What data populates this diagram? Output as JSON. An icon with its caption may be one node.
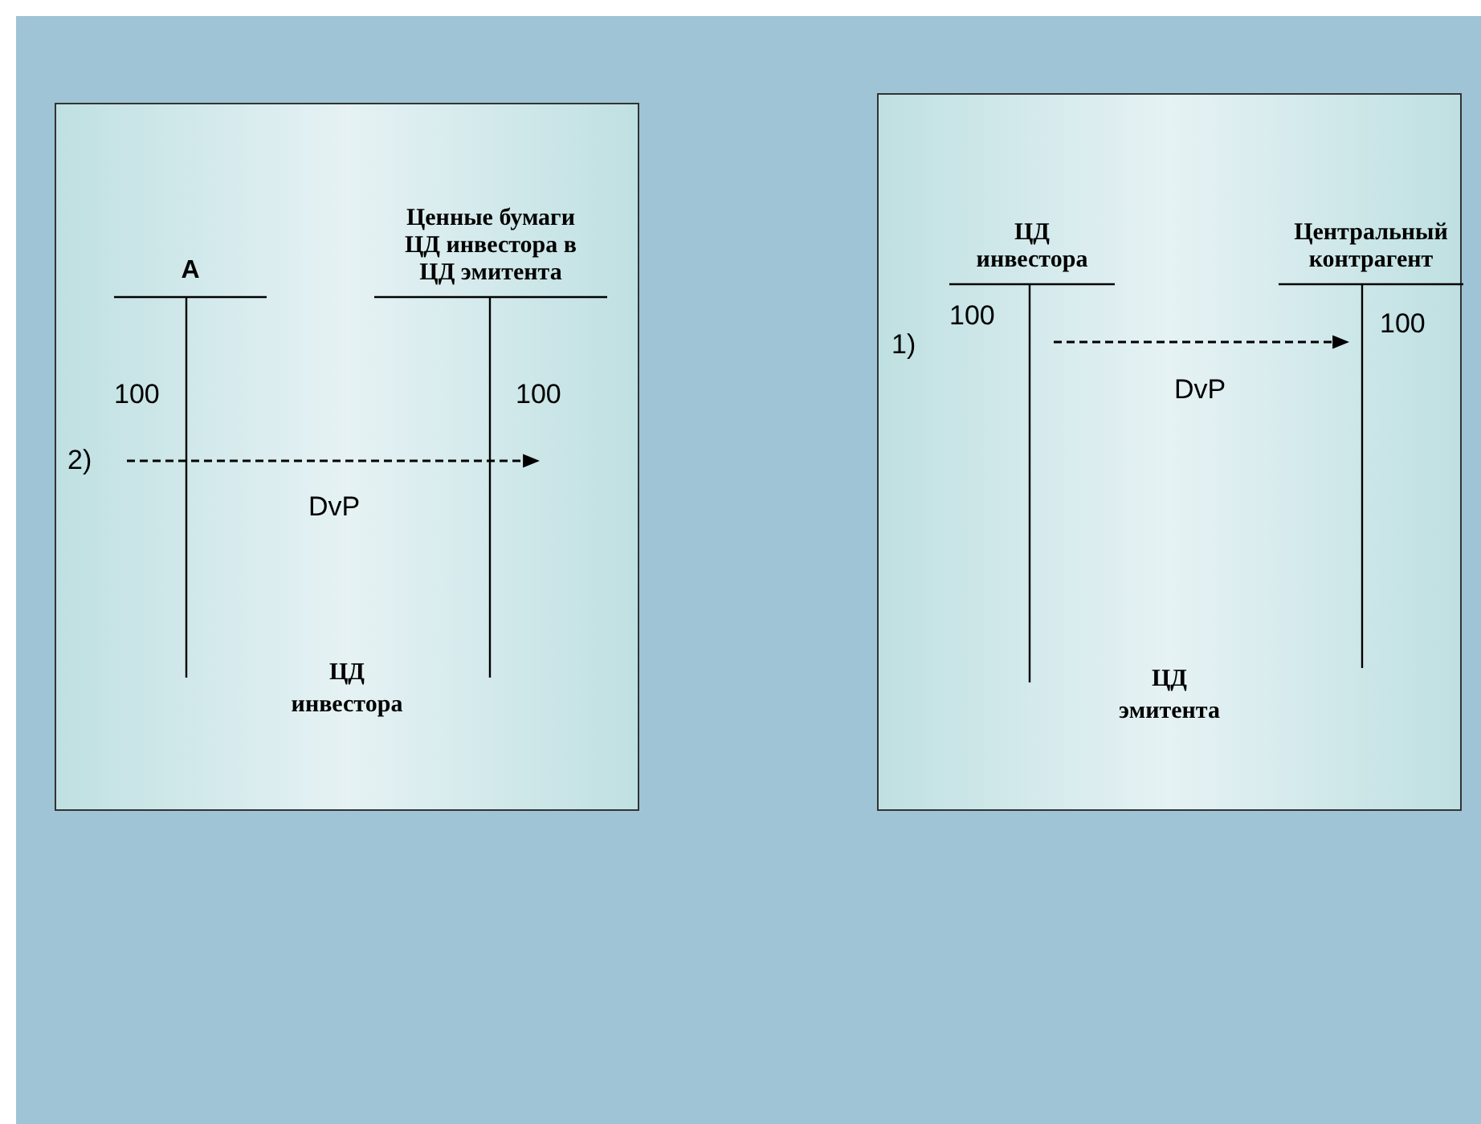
{
  "diagram": {
    "nodes": [
      {
        "text": [
          "ЦД инвестора"
        ]
      },
      {
        "text": [
          "А",
          "100"
        ],
        "in": 0
      },
      {
        "text": [
          "Ценные бумаги ЦД инвестора в ЦД эмитента",
          "100"
        ],
        "in": 0
      },
      {
        "text": [
          "ЦД эмитента"
        ]
      },
      {
        "text": [
          "ЦД инвестора",
          "100"
        ],
        "in": 3
      },
      {
        "text": [
          "Центральный контрагент",
          "100"
        ],
        "in": 3
      }
    ],
    "edges": [
      {
        "from": 1,
        "to": 2,
        "arrow": "to",
        "label": "DvP",
        "style": "dashed"
      },
      {
        "from": 4,
        "to": 5,
        "arrow": "to",
        "label": "DvP",
        "style": "dashed"
      }
    ],
    "labels": [
      "2)",
      "1)"
    ]
  }
}
